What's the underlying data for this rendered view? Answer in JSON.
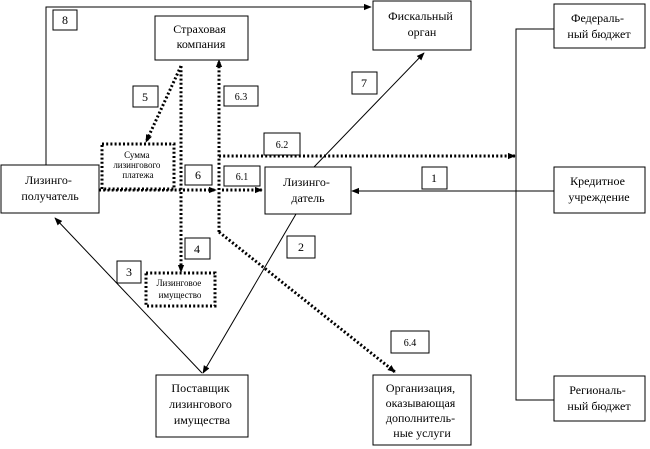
{
  "nodes": {
    "insurance": [
      "Страховая",
      "компания"
    ],
    "fiscal": [
      "Фискальный",
      "орган"
    ],
    "federal": [
      "Федераль-",
      "ный бюджет"
    ],
    "lessee": [
      "Лизинго-",
      "получатель"
    ],
    "lessor": [
      "Лизинго-",
      "датель"
    ],
    "credit": [
      "Кредитное",
      "учреждение"
    ],
    "supplier": [
      "Поставщик",
      "лизингового",
      "имущества"
    ],
    "services": [
      "Организация,",
      "оказывающая",
      "дополнитель-",
      "ные услуги"
    ],
    "regional": [
      "Региональ-",
      "ный бюджет"
    ],
    "payment": [
      "Сумма",
      "лизингового",
      "платежа"
    ],
    "property": [
      "Лизинговое",
      "имущество"
    ]
  },
  "labels": {
    "l1": "1",
    "l2": "2",
    "l3": "3",
    "l4": "4",
    "l5": "5",
    "l6": "6",
    "l61": "6.1",
    "l62": "6.2",
    "l63": "6.3",
    "l64": "6.4",
    "l7": "7",
    "l8": "8"
  }
}
